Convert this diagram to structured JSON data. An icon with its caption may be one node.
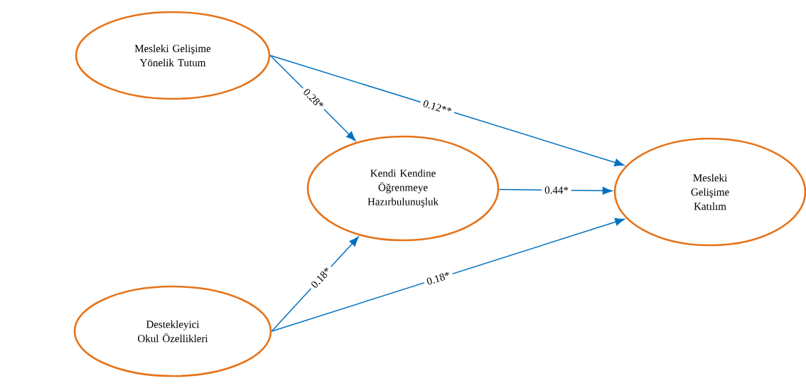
{
  "diagram": {
    "nodes": [
      {
        "text": [
          "Mesleki Gelişime Yönelik Tutum"
        ]
      },
      {
        "text": [
          "Kendi Kendine Öğrenmeye Hazırbulunuşluk"
        ]
      },
      {
        "text": [
          "Destekleyici Okul Özellikleri"
        ]
      },
      {
        "text": [
          "Mesleki Gelişime Katılım"
        ]
      }
    ],
    "edges": [
      {
        "from": 0,
        "to": 1,
        "arrow": "to",
        "label": "0.28*"
      },
      {
        "from": 0,
        "to": 3,
        "arrow": "to",
        "label": "0.12**"
      },
      {
        "from": 1,
        "to": 3,
        "arrow": "to",
        "label": "0.44*"
      },
      {
        "from": 2,
        "to": 1,
        "arrow": "to",
        "label": "0.18*"
      },
      {
        "from": 2,
        "to": 3,
        "arrow": "to",
        "label": "0.18*"
      }
    ]
  }
}
